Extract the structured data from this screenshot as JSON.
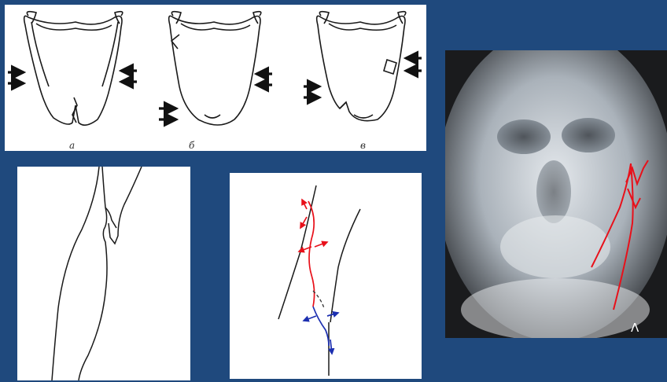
{
  "jaw_diagram": {
    "captions": [
      "а",
      "б",
      "в"
    ]
  },
  "xray": {
    "corner_mark": "Λ"
  },
  "colors": {
    "background": "#1f497d",
    "ink": "#1a1a1a",
    "red_trace": "#e8101a",
    "blue_trace": "#1c2fb0",
    "xray_bone": "#d9dde2"
  }
}
